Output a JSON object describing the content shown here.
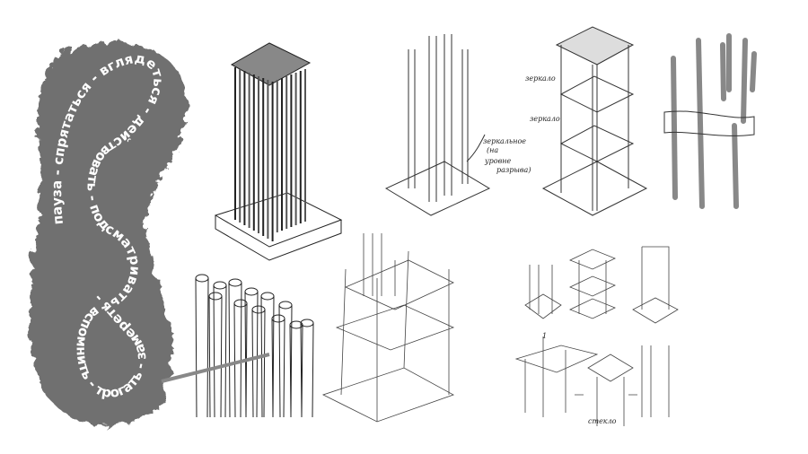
{
  "blob_words": {
    "path_text": "пауза - спрятаться - вглядеться - действовать - подсматривать - вспомнить - трогать - замереть -"
  },
  "annotations": {
    "mirror_top": "зеркало",
    "mirror_mid": "зеркало",
    "mirror_gap_1": "зеркальное",
    "mirror_gap_2": "(на",
    "mirror_gap_3": "уровне",
    "mirror_gap_4": "разрыва)",
    "step_number": "1",
    "glass_note": "стекло"
  },
  "colors": {
    "ink": "#222222",
    "wash": "#6e6e6e"
  }
}
